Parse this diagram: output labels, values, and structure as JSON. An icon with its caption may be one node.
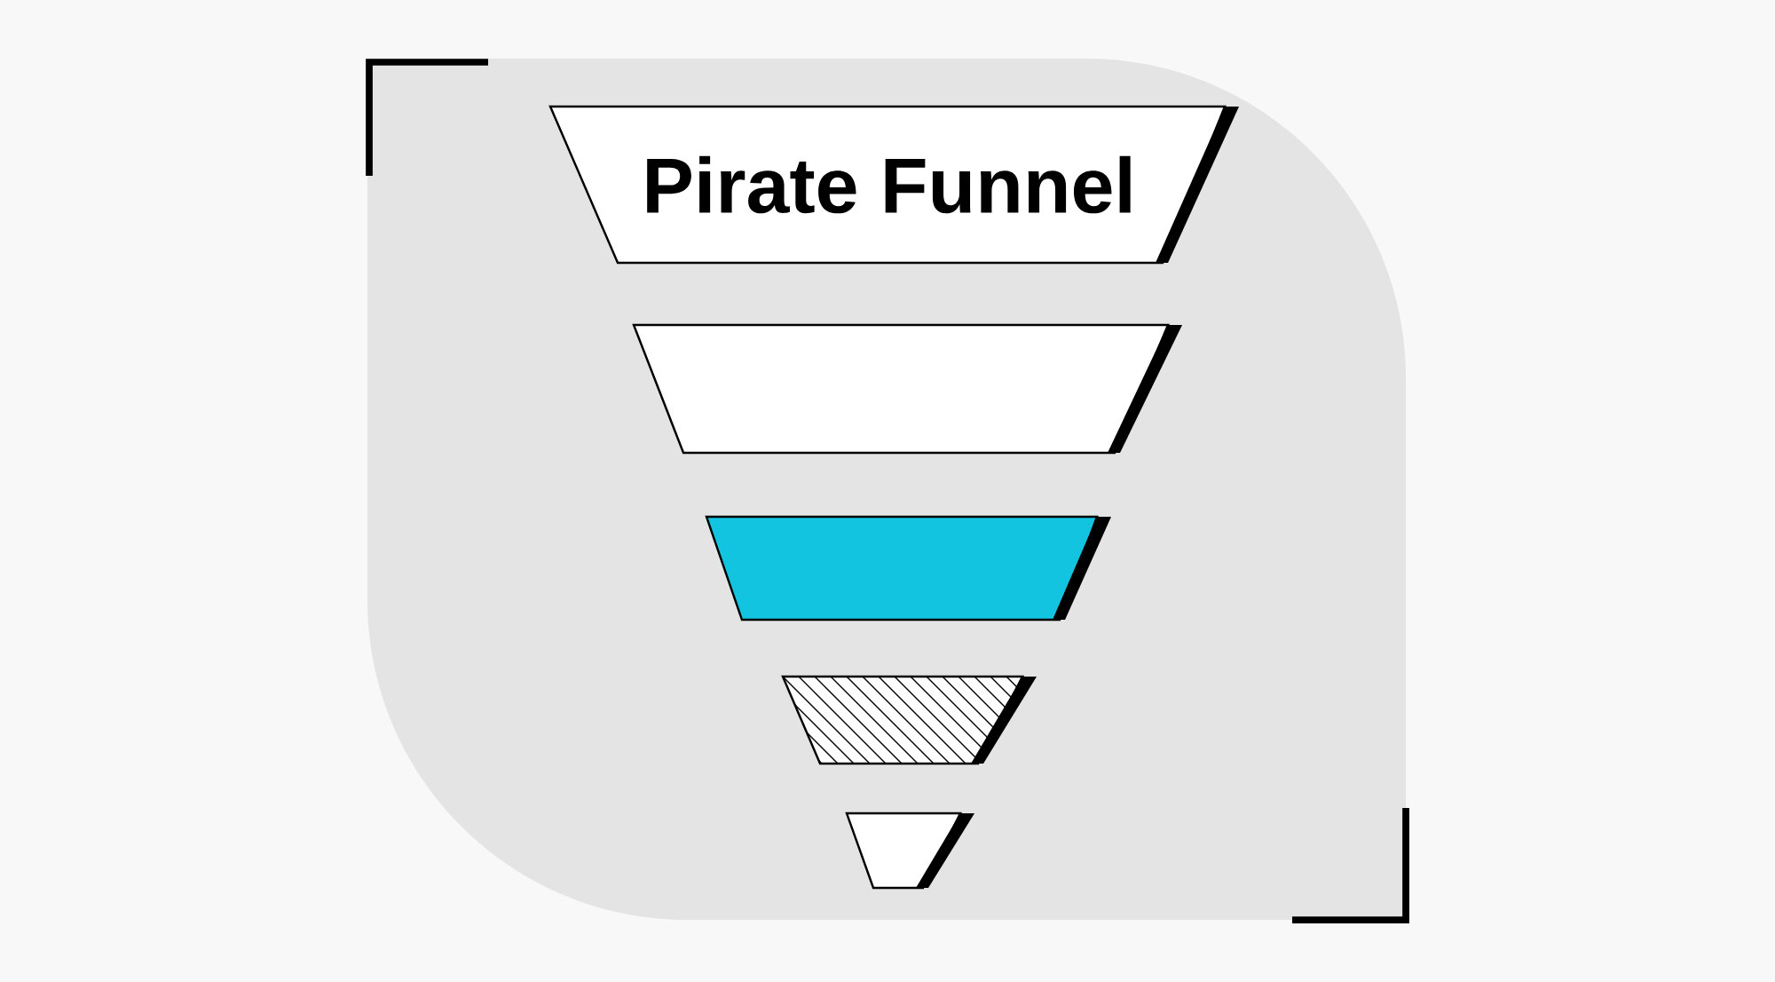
{
  "diagram": {
    "nodes": [
      {
        "text": [
          "Pirate Funnel"
        ]
      },
      {
        "text": [],
        "shape": "trapezoid"
      },
      {
        "text": [],
        "shape": "trapezoid"
      },
      {
        "text": [],
        "shape": "trapezoid"
      },
      {
        "text": [],
        "shape": "trapezoid"
      }
    ]
  }
}
